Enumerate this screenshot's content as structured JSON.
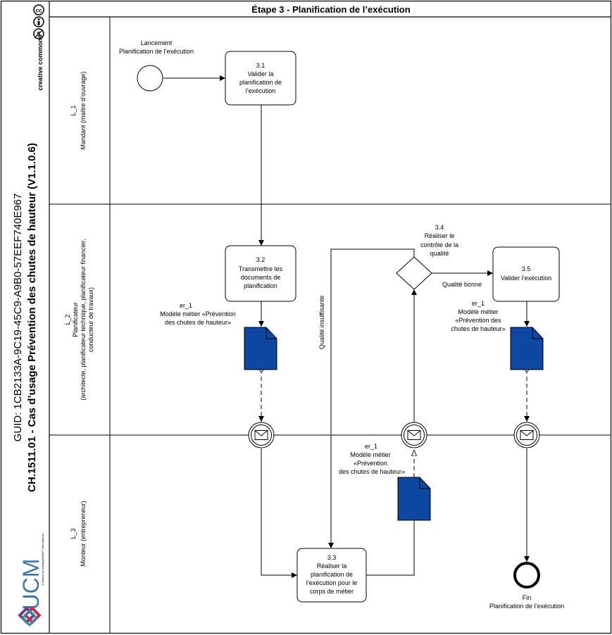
{
  "header": {
    "stage_title": "Étape 3 - Planification de l’exécution"
  },
  "side_titles": {
    "guid": "GUID: 1CB2133A-9C19-45C9-A9B0-57EEF740E967",
    "use_case": "CH.1511.01 - Cas d’usage Prévention des chutes de hauteur (V1.1.0.6)"
  },
  "logos": {
    "creative_commons": "creative commons",
    "ucm_wordmark": "UCM",
    "ucm_tagline": "a service by buildingSMART International"
  },
  "lanes": [
    {
      "id": "L_1",
      "lines": [
        "Mandant (maître d’ouvrage)"
      ]
    },
    {
      "id": "L_2",
      "lines": [
        "Planificateur",
        "(architecte, planificateur technique, planificateur financier,",
        "conducteur de travaux)"
      ]
    },
    {
      "id": "L_3",
      "lines": [
        "Monteur (entrepreneur)"
      ]
    }
  ],
  "start_event": {
    "lines": [
      "Lancement",
      "Planification de l’exécution"
    ]
  },
  "end_event": {
    "lines": [
      "Fin",
      "Planification de l’exécution"
    ]
  },
  "tasks": {
    "t31": {
      "lines": [
        "3.1",
        "Valider la",
        "planification de",
        "l’exécution"
      ]
    },
    "t32": {
      "lines": [
        "3.2",
        "Transmettre les",
        "documents de",
        "planification"
      ]
    },
    "t33": {
      "lines": [
        "3.3",
        "Réaliser la",
        "planification de",
        "l’exécution pour le",
        "corps de métier"
      ]
    },
    "t35": {
      "lines": [
        "3.5",
        "Valider l’exécution"
      ]
    }
  },
  "gateway": {
    "lines": [
      "3.4",
      "Réaliser le",
      "contrôle de la",
      "qualité"
    ]
  },
  "flow_labels": {
    "quality_good": "Qualité bonne",
    "quality_insufficient": "Qualité insuffisante"
  },
  "data_objects": {
    "doc1": {
      "lines": [
        "er_1",
        "Modèle métier «Prévention",
        "des chutes de hauteur»"
      ]
    },
    "doc2": {
      "lines": [
        "er_1",
        "Modèle métier",
        "«Prévention",
        "des chutes de hauteur»"
      ]
    },
    "doc3": {
      "lines": [
        "er_1",
        "Modèle métier",
        "«Prévention des",
        "chutes de hauteur»"
      ]
    }
  },
  "colors": {
    "document_fill": "#0d47a1",
    "ucm_blue": "#3f76a8"
  }
}
